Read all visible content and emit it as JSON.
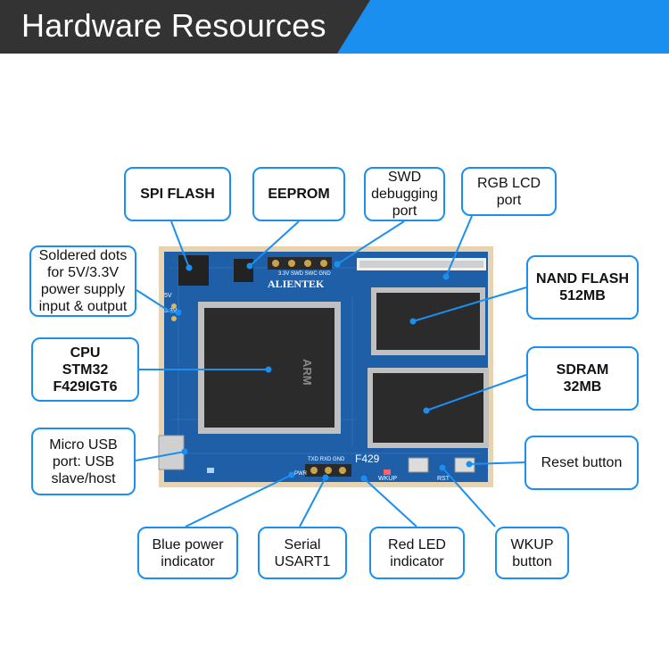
{
  "header": {
    "title": "Hardware Resources"
  },
  "colors": {
    "accent": "#1b8ff0",
    "header_dark": "#333333",
    "board_blue": "#1f5fa8",
    "board_frame": "#e8d3b0",
    "chip_dark": "#222222"
  },
  "board_markings": {
    "brand": "ALIENTEK",
    "model": "F429",
    "cpu_logo": "ARM",
    "swd_pins": "3.3V SWD SWC GND",
    "uart_pins": "TXD RXD GND",
    "wkup_label": "WKUP",
    "rst_label": "RST",
    "pwr_label": "PWR",
    "tp_5v": "5V",
    "tp_3v3": "3.3V"
  },
  "labels": {
    "spi_flash": "SPI FLASH",
    "eeprom": "EEPROM",
    "swd": "SWD\ndebugging\nport",
    "rgb_lcd": "RGB LCD\nport",
    "soldered_dots": "Soldered dots\nfor 5V/3.3V\npower supply\ninput & output",
    "nand_flash": "NAND FLASH\n512MB",
    "cpu": "CPU\nSTM32\nF429IGT6",
    "sdram": "SDRAM\n32MB",
    "micro_usb": "Micro USB\nport: USB\nslave/host",
    "reset_button": "Reset button",
    "blue_power": "Blue power\nindicator",
    "serial": "Serial\nUSART1",
    "red_led": "Red LED\nindicator",
    "wkup": "WKUP\nbutton"
  }
}
